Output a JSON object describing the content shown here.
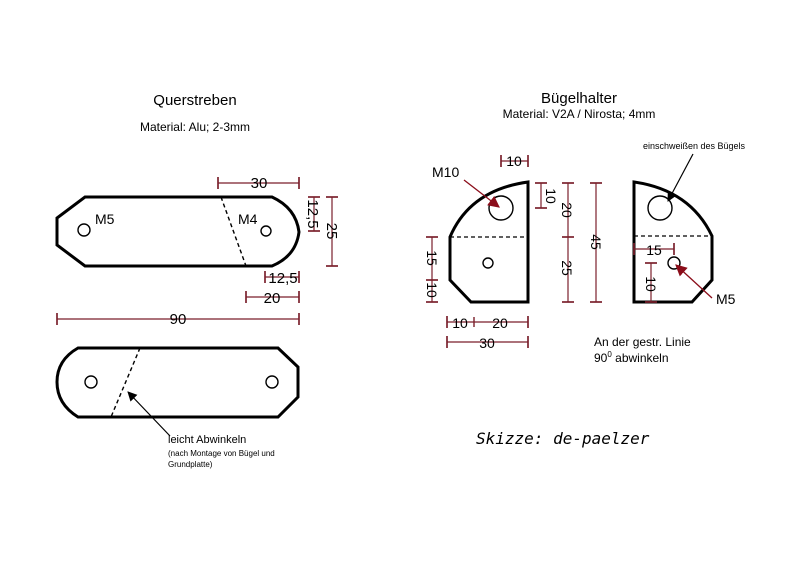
{
  "colors": {
    "outline": "#000000",
    "dimension": "#7a1f2b",
    "arrow_head_dark_red": "#8b0d1a",
    "background": "#ffffff"
  },
  "left_section": {
    "title": "Querstreben",
    "material": "Material: Alu; 2-3mm",
    "hole_labels": {
      "m5": "M5",
      "m4": "M4"
    },
    "dimensions": {
      "top_30": "30",
      "vert_12_5_top": "12,5",
      "vert_25": "25",
      "horiz_12_5": "12,5",
      "horiz_20": "20",
      "overall_90": "90"
    },
    "note_line1": "leicht Abwinkeln",
    "note_line2": "(nach Montage von Bügel und",
    "note_line3": "Grundplatte)"
  },
  "right_section": {
    "title": "Bügelhalter",
    "material": "Material: V2A / Nirosta; 4mm",
    "hole_labels": {
      "m10": "M10",
      "m5": "M5"
    },
    "dimensions": {
      "top_10": "10",
      "vert_10": "10",
      "vert_20": "20",
      "vert_25": "25",
      "vert_45": "45",
      "left_15": "15",
      "left_10": "10",
      "bottom_10": "10",
      "bottom_20": "20",
      "bottom_30": "30",
      "side_15": "15",
      "side_10": "10"
    },
    "weld_note": "einschweißen des Bügels",
    "bend_note_line1": "An der gestr. Linie",
    "bend_note_line2_prefix": "90",
    "bend_note_line2_sup": "0",
    "bend_note_line2_suffix": " abwinkeln"
  },
  "signature": "Skizze: de-paelzer"
}
